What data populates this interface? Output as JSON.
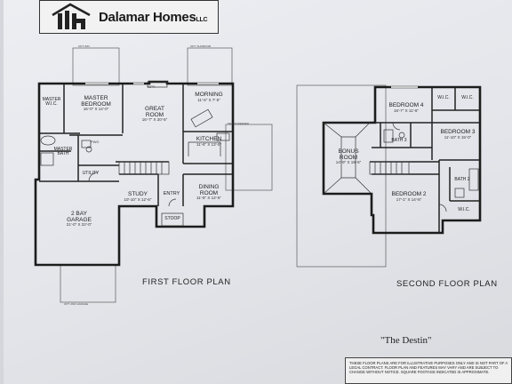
{
  "brand": {
    "name": "Dalamar Homes",
    "suffix": "LLC",
    "monogram": "dh"
  },
  "first_floor": {
    "title": "FIRST FLOOR PLAN",
    "rooms": [
      {
        "id": "master_bedroom",
        "name": "MASTER\nBEDROOM",
        "dim": "16'-0\" X 14'-0\""
      },
      {
        "id": "master_wic",
        "name": "MASTER\nW.I.C.",
        "dim": ""
      },
      {
        "id": "great_room",
        "name": "GREAT\nROOM",
        "dim": "16'-7\" X 20'-5\""
      },
      {
        "id": "morning",
        "name": "MORNING",
        "dim": "11'-6\" X 7'-5\""
      },
      {
        "id": "kitchen",
        "name": "KITCHEN",
        "dim": "11'-6\" X 13'-0\""
      },
      {
        "id": "master_bath",
        "name": "MASTER\nBATH",
        "dim": ""
      },
      {
        "id": "utility",
        "name": "UTILITY",
        "dim": ""
      },
      {
        "id": "study",
        "name": "STUDY",
        "dim": "10'-10\" X 12'-6\""
      },
      {
        "id": "entry",
        "name": "ENTRY",
        "dim": ""
      },
      {
        "id": "dining_room",
        "name": "DINING\nROOM",
        "dim": "11'-8\" X 12'-6\""
      },
      {
        "id": "stoop",
        "name": "STOOP",
        "dim": ""
      },
      {
        "id": "garage",
        "name": "2 BAY\nGARAGE",
        "dim": "21'-0\" X 22'-0\""
      },
      {
        "id": "pwd",
        "name": "PWD",
        "dim": ""
      },
      {
        "id": "opt",
        "name": "OPT.",
        "dim": ""
      }
    ]
  },
  "second_floor": {
    "title": "SECOND FLOOR PLAN",
    "rooms": [
      {
        "id": "bedroom4",
        "name": "BEDROOM 4",
        "dim": "16'-7\" X 11'-6\""
      },
      {
        "id": "wic_a",
        "name": "W.I.C.",
        "dim": ""
      },
      {
        "id": "wic_b",
        "name": "W.I.C.",
        "dim": ""
      },
      {
        "id": "bath3",
        "name": "BATH 3",
        "dim": ""
      },
      {
        "id": "bedroom3",
        "name": "BEDROOM 3",
        "dim": "11'-10\" X 15'-0\""
      },
      {
        "id": "bonus_room",
        "name": "BONUS\nROOM",
        "dim": "14'-9\" X 19'-5\""
      },
      {
        "id": "bath2",
        "name": "BATH 2",
        "dim": ""
      },
      {
        "id": "bedroom2",
        "name": "BEDROOM 2",
        "dim": "17'-1\" X 14'-6\""
      },
      {
        "id": "wic_c",
        "name": "W.I.C.",
        "dim": ""
      }
    ]
  },
  "plan_name": "\"The Destin\"",
  "disclaimer": "THESE FLOOR PLANS ARE FOR ILLUSTRATIVE PURPOSES ONLY AND IS NOT PART OF A LEGAL CONTRACT. FLOOR PLAN AND FEATURES MAY VARY AND ARE SUBJECT TO CHANGE WITHOUT NOTICE. SQUARE FOOTAGE INDICATED IS APPROXIMATE.",
  "annotations": {
    "opt_screened": "OPT. SCREENED",
    "opt_sunroom": "OPT. SUNROOM",
    "opt_bay": "OPT. BAY",
    "opt_garage": "OPT. 2ND GARAGE"
  }
}
